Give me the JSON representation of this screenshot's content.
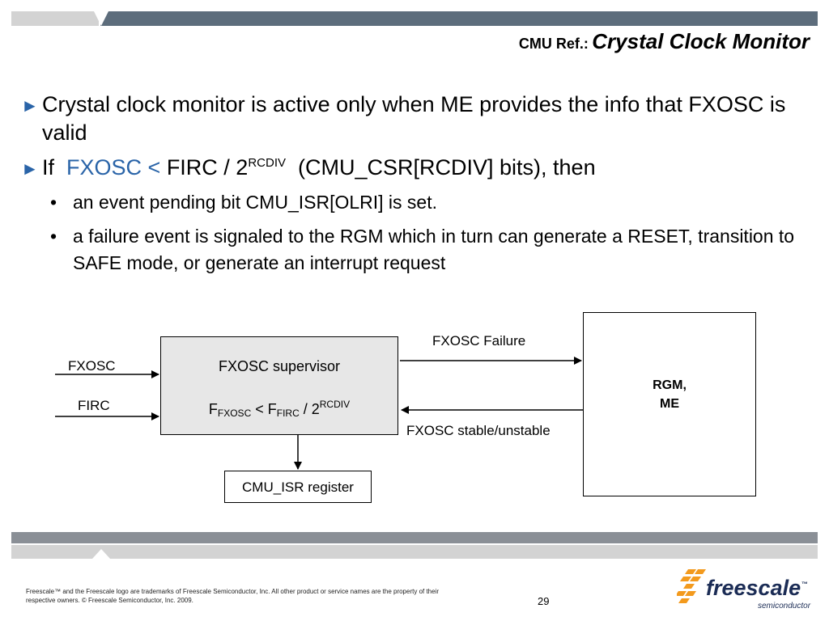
{
  "header": {
    "title_prefix": "CMU Ref.:",
    "title": "Crystal Clock Monitor"
  },
  "bullets": [
    {
      "text": "Crystal clock monitor is active only when ME provides the info that FXOSC is valid"
    },
    {
      "if": "If",
      "fxosc": "FXOSC <",
      "mid": " FIRC / 2",
      "sup": "RCDIV",
      "rest": "(CMU_CSR[RCDIV] bits), then"
    }
  ],
  "sub_bullets": [
    "an event pending bit CMU_ISR[OLRI] is set.",
    "a failure event is signaled to the RGM which in turn can generate a RESET, transition to SAFE mode, or generate an interrupt request"
  ],
  "diagram": {
    "input_fxosc": "FXOSC",
    "input_firc": "FIRC",
    "supervisor_title": "FXOSC supervisor",
    "formula": {
      "f1": "F",
      "sub1": "FXOSC",
      "lt": " < F",
      "sub2": "FIRC",
      "div": " / 2",
      "sup": "RCDIV"
    },
    "failure_label": "FXOSC Failure",
    "stable_label": "FXOSC stable/unstable",
    "rgm_label_1": "RGM,",
    "rgm_label_2": "ME",
    "register_label": "CMU_ISR register"
  },
  "footer": {
    "legal": "Freescale™ and the Freescale logo are trademarks of Freescale Semiconductor, Inc. All other product or service names are the property of their respective owners. © Freescale Semiconductor, Inc. 2009.",
    "page_number": "29",
    "logo_word": "freescale",
    "logo_tm": "™",
    "logo_sub": "semiconductor"
  },
  "colors": {
    "accent": "#2a64a8",
    "header_bar": "#5d6d7c",
    "supervisor_fill": "#e7e7e7"
  }
}
